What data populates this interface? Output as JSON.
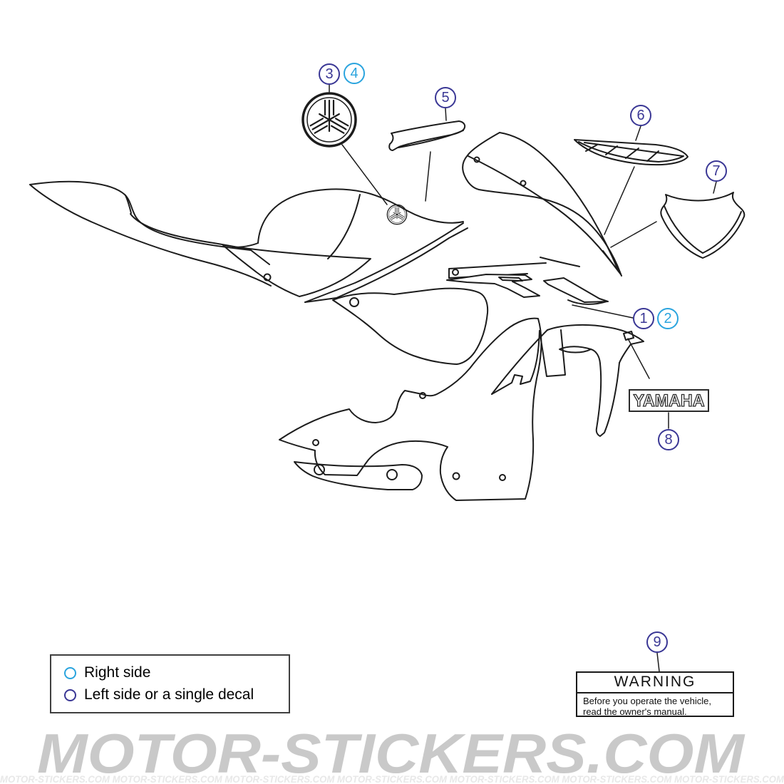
{
  "callouts": [
    {
      "label": "1",
      "color": "#3a3795",
      "meaning": "left-or-single"
    },
    {
      "label": "2",
      "color": "#2aa4de",
      "meaning": "right-side"
    },
    {
      "label": "3",
      "color": "#3a3795",
      "meaning": "left-or-single"
    },
    {
      "label": "4",
      "color": "#2aa4de",
      "meaning": "right-side"
    },
    {
      "label": "5",
      "color": "#3a3795",
      "meaning": "left-or-single"
    },
    {
      "label": "6",
      "color": "#3a3795",
      "meaning": "left-or-single"
    },
    {
      "label": "7",
      "color": "#3a3795",
      "meaning": "left-or-single"
    },
    {
      "label": "8",
      "color": "#3a3795",
      "meaning": "left-or-single"
    },
    {
      "label": "9",
      "color": "#3a3795",
      "meaning": "left-or-single"
    }
  ],
  "legend": {
    "items": [
      {
        "label": "Right side",
        "dot_color": "#2aa4de"
      },
      {
        "label": "Left side or a single decal",
        "dot_color": "#3a3795"
      }
    ]
  },
  "warning_label": {
    "title": "WARNING",
    "body_line1": "Before you operate the vehicle,",
    "body_line2": "read the owner's manual."
  },
  "yamaha_sticker_text": "YAMAHA",
  "watermark": {
    "text": "MOTOR-STICKERS.COM",
    "tile_text": "MOTOR-STICKERS.COM MOTOR-STICKERS.COM MOTOR-STICKERS.COM MOTOR-STICKERS.COM MOTOR-STICKERS.COM MOTOR-STICKERS.COM MOTOR-STICKERS.COM"
  },
  "icons": {
    "emblem": "yamaha-tuning-fork-logo",
    "decal": "r1-logo-decal"
  },
  "colors": {
    "callout_navy": "#3a3795",
    "callout_blue": "#2aa4de",
    "line_art": "#1c1c1c",
    "watermark_gray": "#c9c9c9"
  }
}
